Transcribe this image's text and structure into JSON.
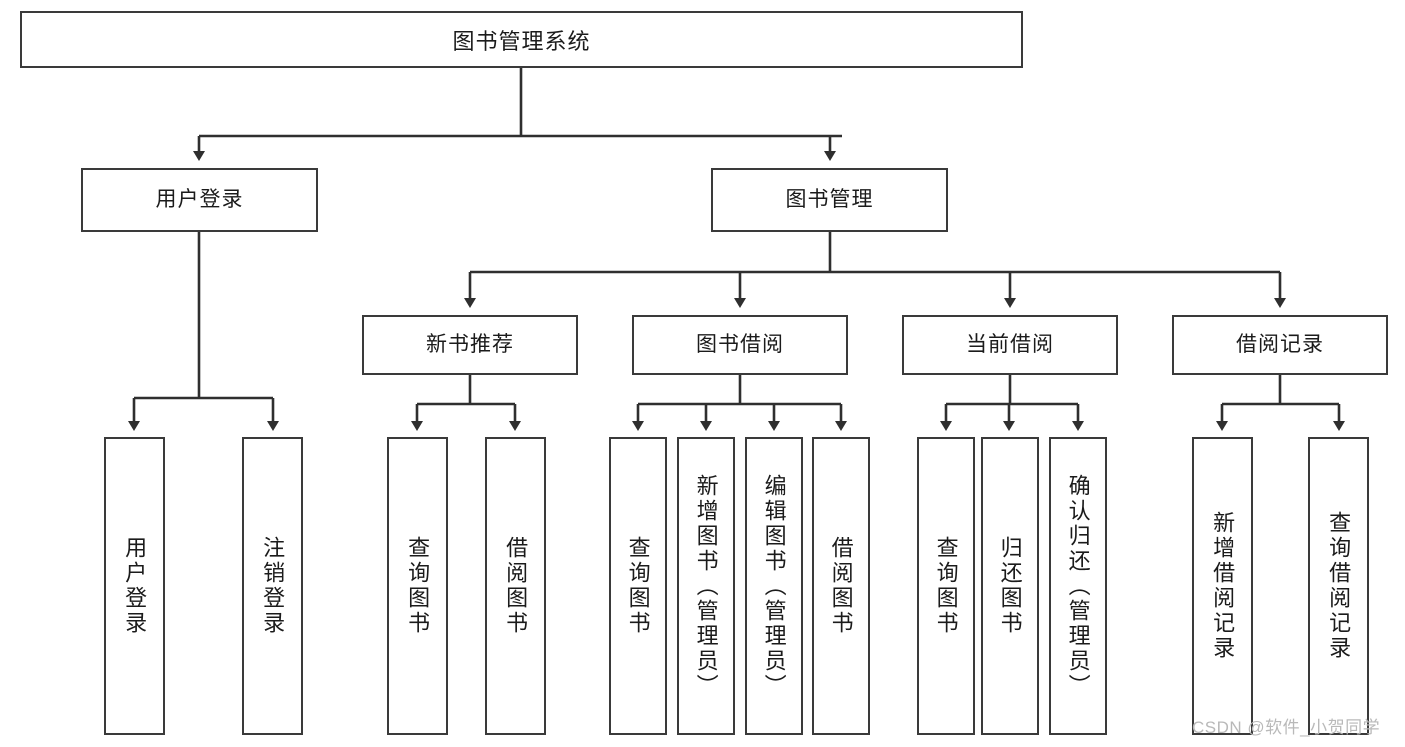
{
  "diagram": {
    "title": "图书管理系统",
    "type": "tree",
    "root": {
      "label": "图书管理系统"
    },
    "level2": [
      {
        "label": "用户登录"
      },
      {
        "label": "图书管理"
      }
    ],
    "level3": [
      {
        "label": "新书推荐"
      },
      {
        "label": "图书借阅"
      },
      {
        "label": "当前借阅"
      },
      {
        "label": "借阅记录"
      }
    ],
    "leaves_user_login": [
      {
        "label": "用户登录"
      },
      {
        "label": "注销登录"
      }
    ],
    "leaves_new_book": [
      {
        "label": "查询图书"
      },
      {
        "label": "借阅图书"
      }
    ],
    "leaves_borrow": [
      {
        "label": "查询图书"
      },
      {
        "label": "新增图书（管理员）"
      },
      {
        "label": "编辑图书（管理员）"
      },
      {
        "label": "借阅图书"
      }
    ],
    "leaves_current": [
      {
        "label": "查询图书"
      },
      {
        "label": "归还图书"
      },
      {
        "label": "确认归还（管理员）"
      }
    ],
    "leaves_record": [
      {
        "label": "新增借阅记录"
      },
      {
        "label": "查询借阅记录"
      }
    ]
  },
  "watermark": {
    "text": "CSDN @软件_小贺同学"
  },
  "colors": {
    "border": "#3a3a3a",
    "text": "#1b1b1b",
    "background": "#ffffff",
    "connector": "#2f2f2f",
    "watermark": "#b9b9b9"
  }
}
